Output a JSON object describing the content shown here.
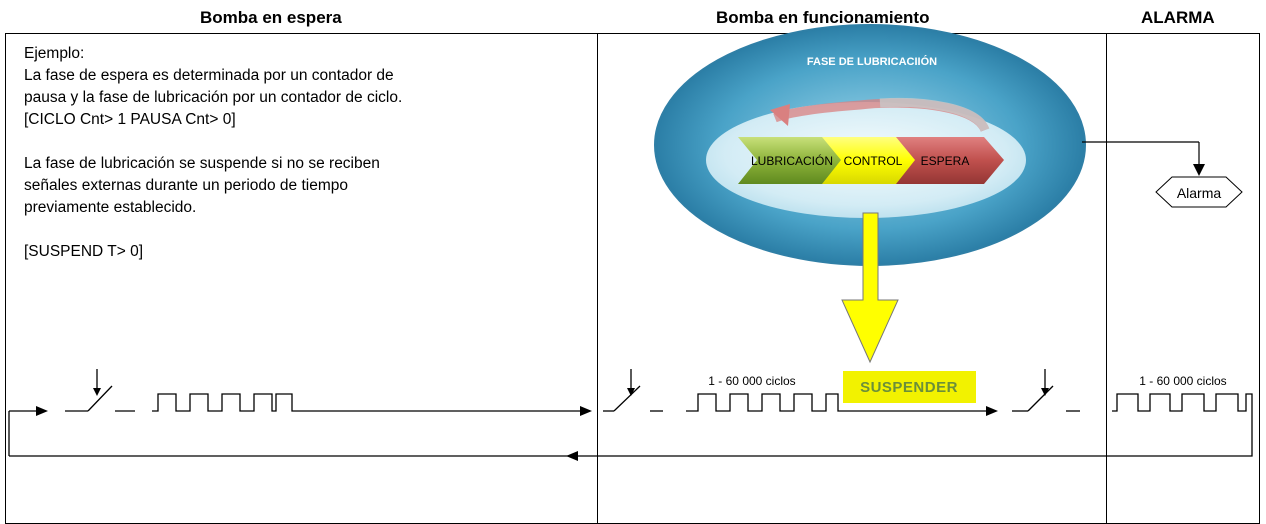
{
  "headers": {
    "standby": "Bomba en espera",
    "running": "Bomba en funcionamiento",
    "alarm": "ALARMA"
  },
  "description": {
    "intro": "Ejemplo:",
    "line1": "La fase de espera es determinada por un contador de",
    "line2": "pausa y la fase de lubricación por un contador de ciclo.",
    "line3": "[CICLO Cnt> 1 PAUSA Cnt> 0]",
    "line4": "La fase de lubricación se suspende si no se reciben",
    "line5": "señales externas durante un periodo de tiempo",
    "line6": "previamente establecido.",
    "line7": "[SUSPEND T> 0]"
  },
  "cycle_diagram": {
    "title": "FASE DE LUBRICACIIÓN",
    "steps": [
      "LUBRICACIÓN",
      "CONTROL",
      "ESPERA"
    ],
    "colors": {
      "lubrication": "#8db33a",
      "control": "#ffff00",
      "wait": "#c0504d",
      "ring": "#4a9cc0"
    }
  },
  "alarm_label": "Alarma",
  "cycles_label_running": "1 - 60 000 ciclos",
  "cycles_label_alarm": "1 - 60 000 ciclos",
  "suspend_label": "SUSPENDER",
  "colors": {
    "suspend_highlight": "#f2f200",
    "arrow_yellow": "#ffff00"
  }
}
